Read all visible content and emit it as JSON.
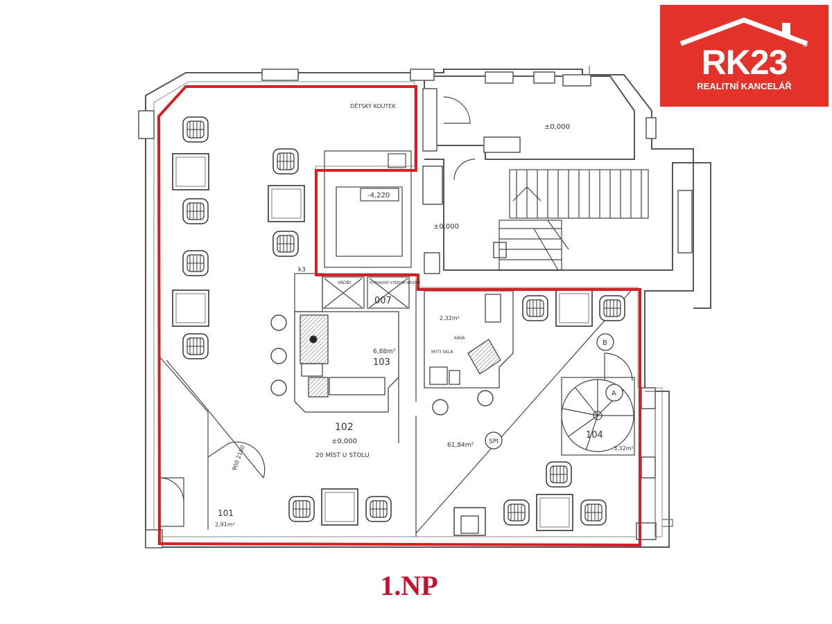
{
  "logo": {
    "brand": "RK23",
    "registered": "®",
    "subtitle": "REALITNÍ KANCELÁŘ",
    "color": "#e2322a"
  },
  "floor_label": "1.NP",
  "highlight_color": "#d41f26",
  "plan_labels": {
    "kids_corner": "DĚTSKÝ KOUTEK",
    "level_entrance": "±0,000",
    "level_shaft": "-4,220",
    "level_middle": "±0,000",
    "k3": "k3",
    "vadby": "VÁDBY",
    "fan_room": "POTRAVINY STŘEDNÍ NÁDOBÍ",
    "room_007": "007",
    "area_small": "2,32m²",
    "kava": "KÁVA",
    "mycka": "MYTÍ SKLA",
    "area_103": "6,88m²",
    "room_103": "103",
    "room_102": "102",
    "level_102": "±0,000",
    "seats": "20 MÍST U STOLU",
    "area_main": "61,84m²",
    "spi": "SPI",
    "marker_b": "B",
    "marker_a": "A",
    "room_104": "104",
    "area_104": "3,32m²",
    "room_101": "101",
    "area_101": "2,91m²",
    "door_dim": "900 2100"
  }
}
